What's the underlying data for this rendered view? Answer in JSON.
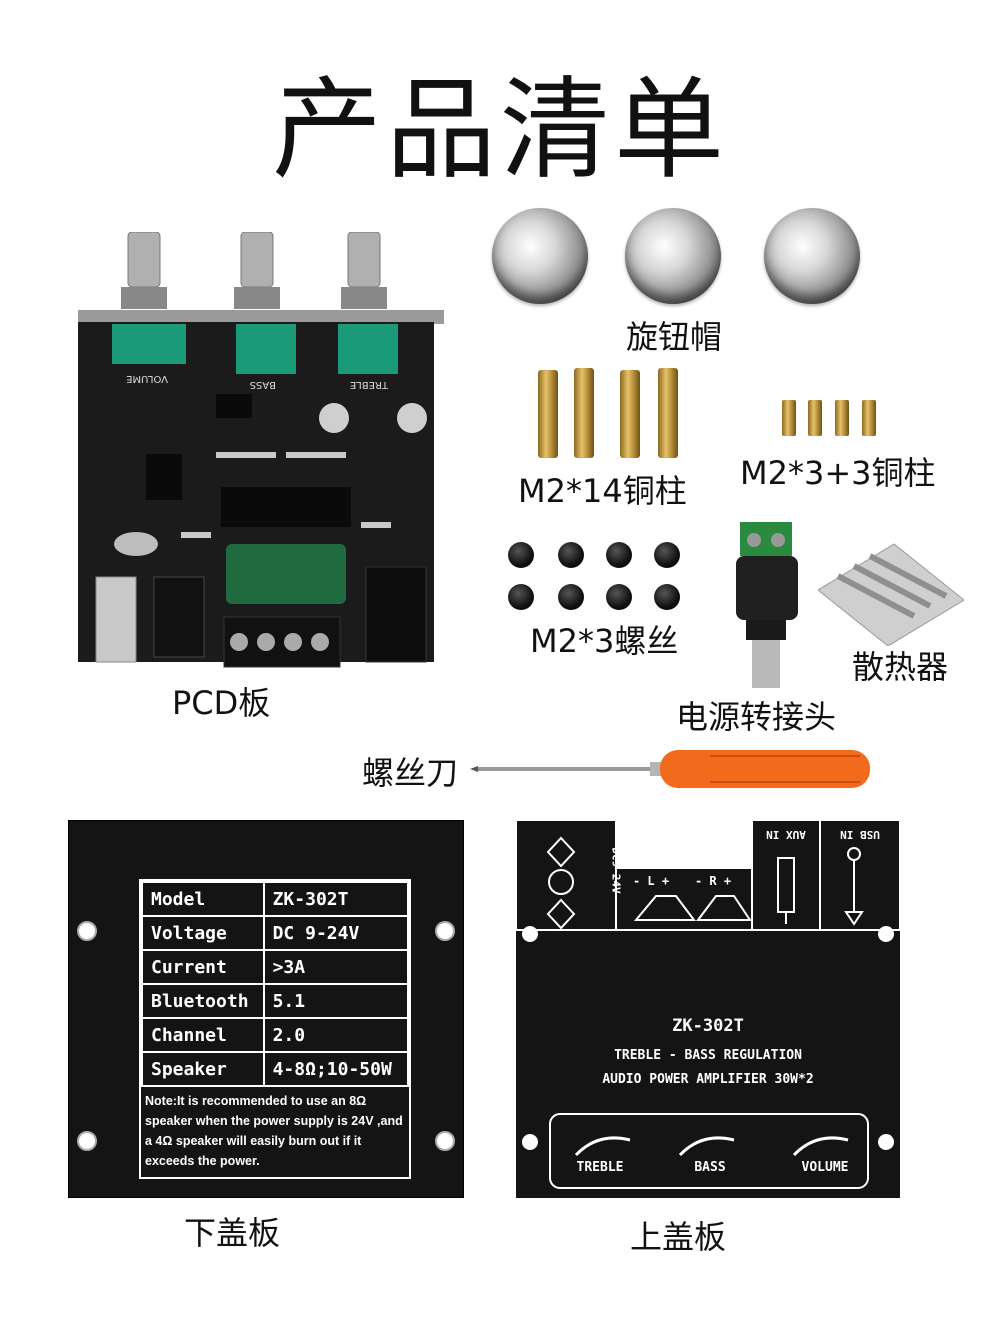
{
  "page_title": "产品清单",
  "labels": {
    "knob_cap": "旋钮帽",
    "standoff_long": "M2*14铜柱",
    "standoff_short": "M2*3+3铜柱",
    "screws": "M2*3螺丝",
    "power_connector": "电源转接头",
    "heatsink": "散热器",
    "pcb": "PCD板",
    "screwdriver": "螺丝刀",
    "bottom_cover": "下盖板",
    "top_cover": "上盖板"
  },
  "pcb_silkscreen": {
    "volume": "VOLUME",
    "bass": "BASS",
    "treble": "TREBLE"
  },
  "bottom_plate": {
    "rows": [
      {
        "key": "Model",
        "value": "ZK-302T"
      },
      {
        "key": "Voltage",
        "value": "DC 9-24V"
      },
      {
        "key": "Current",
        "value": ">3A"
      },
      {
        "key": "Bluetooth",
        "value": "5.1"
      },
      {
        "key": "Channel",
        "value": "2.0"
      },
      {
        "key": "Speaker",
        "value": "4-8Ω;10-50W"
      }
    ],
    "note": "Note:It is recommended to use an 8Ω speaker when the power supply is 24V ,and a 4Ω speaker will easily burn out if it exceeds the power."
  },
  "top_plate": {
    "dc_label": "DC9-24V",
    "left_label": "- L +",
    "right_label": "- R +",
    "aux_label": "AUX IN",
    "usb_label": "USB IN",
    "model": "ZK-302T",
    "line1": "TREBLE - BASS REGULATION",
    "line2": "AUDIO POWER AMPLIFIER 30W*2",
    "knobs": [
      "TREBLE",
      "BASS",
      "VOLUME"
    ]
  },
  "colors": {
    "plate": "#141414",
    "screwdriver_handle": "#f26a1b",
    "pot_green": "#1a9a78",
    "capacitor_green": "#1f6b3f"
  }
}
